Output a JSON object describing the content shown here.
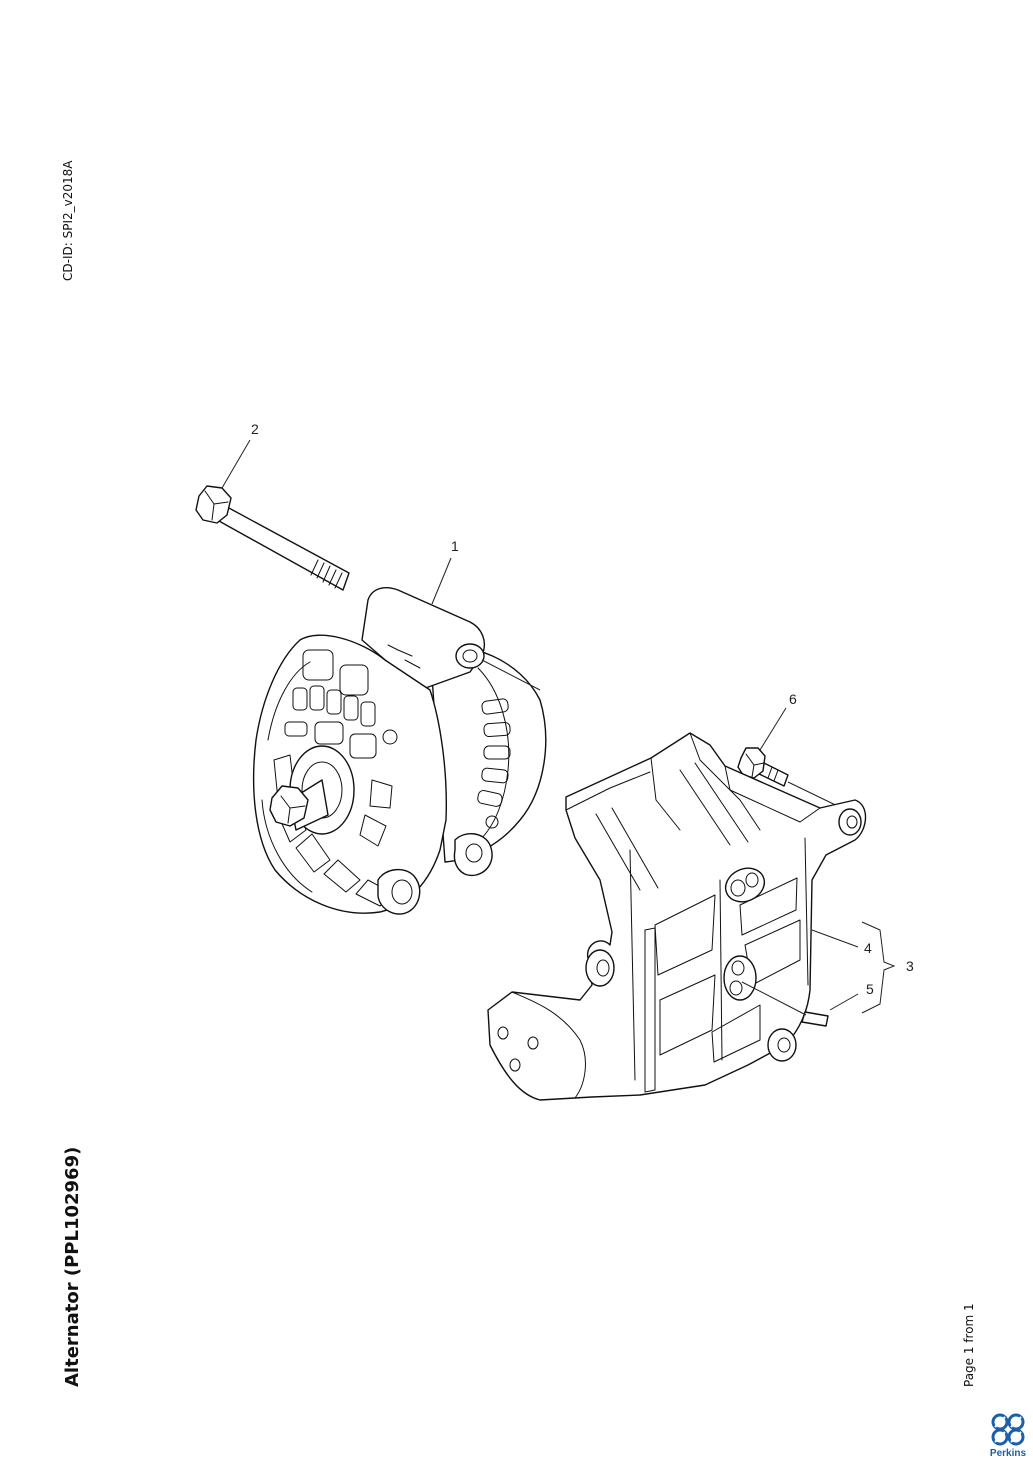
{
  "header": {
    "cd_id": "CD-ID: SPI2_v2018A"
  },
  "title": "Alternator (PPL102969)",
  "footer": {
    "page": "Page 1 from 1",
    "brand": "Perkins"
  },
  "callouts": {
    "c1": "1",
    "c2": "2",
    "c3": "3",
    "c4": "4",
    "c5": "5",
    "c6": "6"
  },
  "colors": {
    "ink": "#111111",
    "brand_blue": "#1c5fa8"
  }
}
